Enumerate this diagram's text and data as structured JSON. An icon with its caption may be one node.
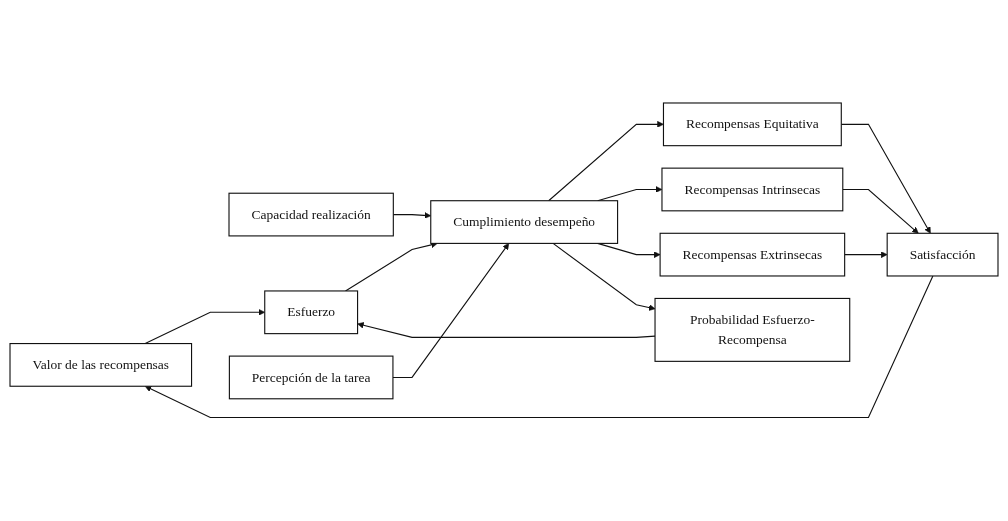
{
  "diagram": {
    "nodes": [
      {
        "text": [
          "Valor de las recompensas"
        ]
      },
      {
        "text": [
          "Capacidad realización"
        ]
      },
      {
        "text": [
          "Recompensas Equitativa"
        ]
      },
      {
        "text": [
          "Esfuerzo"
        ]
      },
      {
        "text": [
          "Cumplimiento desempeño"
        ]
      },
      {
        "text": [
          "Recompensas Intrinsecas"
        ]
      },
      {
        "text": [
          "Satisfacción"
        ]
      },
      {
        "text": [
          "Percepción de la tarea"
        ]
      },
      {
        "text": [
          "Recompensas Extrinsecas"
        ]
      },
      {
        "text": [
          "Probabilidad Esfuerzo-Recompensa"
        ]
      }
    ],
    "edges": [
      {
        "from": 0,
        "to": 3,
        "arrow": "to"
      },
      {
        "from": 9,
        "to": 3,
        "arrow": "to"
      },
      {
        "from": 3,
        "to": 4,
        "arrow": "to"
      },
      {
        "from": 1,
        "to": 4,
        "arrow": "to"
      },
      {
        "from": 7,
        "to": 4,
        "arrow": "to"
      },
      {
        "from": 4,
        "to": 2,
        "arrow": "to"
      },
      {
        "from": 4,
        "to": 5,
        "arrow": "to"
      },
      {
        "from": 4,
        "to": 8,
        "arrow": "to"
      },
      {
        "from": 4,
        "to": 9,
        "arrow": "to"
      },
      {
        "from": 5,
        "to": 6,
        "arrow": "to"
      },
      {
        "from": 2,
        "to": 6,
        "arrow": "to"
      },
      {
        "from": 8,
        "to": 6,
        "arrow": "to"
      },
      {
        "from": 6,
        "to": 0,
        "arrow": "to"
      }
    ]
  }
}
